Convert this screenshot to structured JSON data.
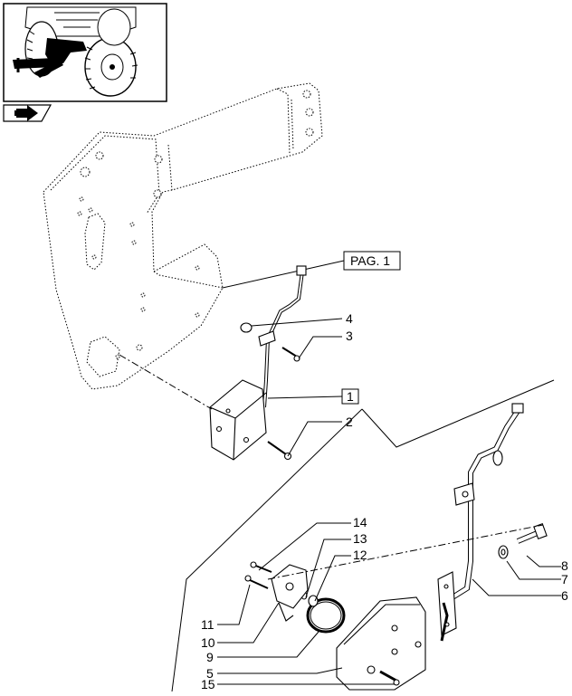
{
  "diagram": {
    "page_ref_label": "PAG. 1",
    "assembly_ref_label": "1",
    "callouts": [
      "2",
      "3",
      "4",
      "5",
      "6",
      "7",
      "8",
      "9",
      "10",
      "11",
      "12",
      "13",
      "14",
      "15"
    ]
  },
  "thumbnail": {
    "icon": "tractor-front-location-icon"
  },
  "nav": {
    "icon": "next-page-arrow-icon"
  },
  "colors": {
    "line": "#000000",
    "background": "#ffffff"
  }
}
